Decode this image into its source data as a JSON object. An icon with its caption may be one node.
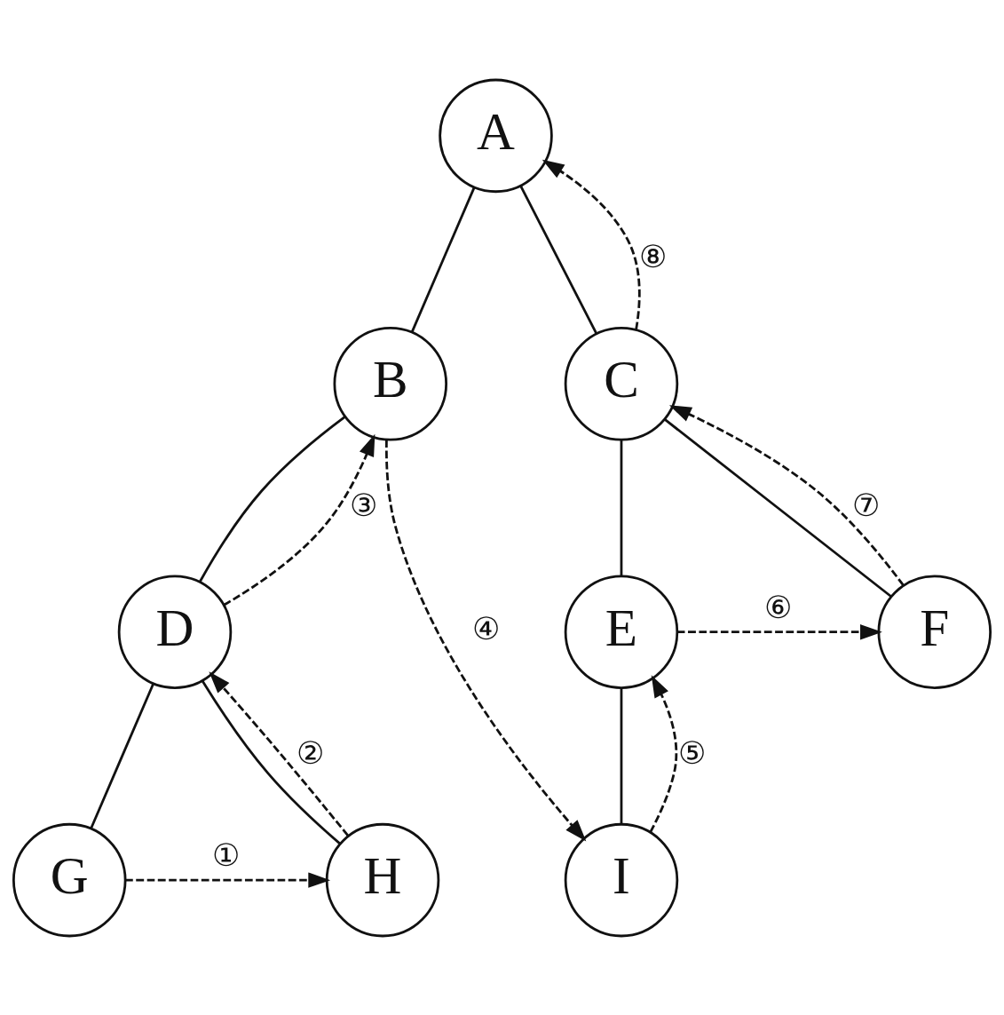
{
  "diagram": {
    "nodes": [
      {
        "text": [
          "A"
        ]
      },
      {
        "text": [
          "B"
        ]
      },
      {
        "text": [
          "C"
        ]
      },
      {
        "text": [
          "D"
        ]
      },
      {
        "text": [
          "E"
        ]
      },
      {
        "text": [
          "F"
        ]
      },
      {
        "text": [
          "G"
        ]
      },
      {
        "text": [
          "H"
        ]
      },
      {
        "text": [
          "I"
        ]
      }
    ],
    "edges": [
      {
        "from": 0,
        "to": 1,
        "arrow": "none"
      },
      {
        "from": 0,
        "to": 2,
        "arrow": "none"
      },
      {
        "from": 1,
        "to": 3,
        "arrow": "none"
      },
      {
        "from": 2,
        "to": 4,
        "arrow": "none"
      },
      {
        "from": 2,
        "to": 5,
        "arrow": "none"
      },
      {
        "from": 3,
        "to": 6,
        "arrow": "none"
      },
      {
        "from": 3,
        "to": 7,
        "arrow": "none"
      },
      {
        "from": 4,
        "to": 8,
        "arrow": "none"
      },
      {
        "from": 6,
        "to": 7,
        "arrow": "to",
        "style": "dashed",
        "label": "①"
      },
      {
        "from": 7,
        "to": 3,
        "arrow": "to",
        "style": "dashed",
        "label": "②"
      },
      {
        "from": 3,
        "to": 1,
        "arrow": "to",
        "style": "dashed",
        "label": "③"
      },
      {
        "from": 1,
        "to": 8,
        "arrow": "to",
        "style": "dashed",
        "label": "④"
      },
      {
        "from": 8,
        "to": 4,
        "arrow": "to",
        "style": "dashed",
        "label": "⑤"
      },
      {
        "from": 4,
        "to": 5,
        "arrow": "to",
        "style": "dashed",
        "label": "⑥"
      },
      {
        "from": 5,
        "to": 2,
        "arrow": "to",
        "style": "dashed",
        "label": "⑦"
      },
      {
        "from": 2,
        "to": 0,
        "arrow": "to",
        "style": "dashed",
        "label": "⑧"
      }
    ]
  }
}
